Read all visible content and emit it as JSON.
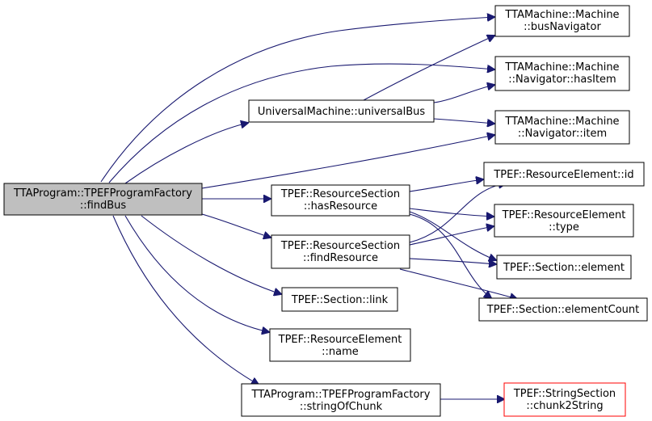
{
  "graph": {
    "colors": {
      "edge": "#191970",
      "root_fill": "#bfbfbf",
      "missing_border": "#ff0000"
    },
    "nodes": {
      "root": [
        "TTAProgram::TPEFProgramFactory",
        "::findBus"
      ],
      "bus_navigator": [
        "TTAMachine::Machine",
        "::busNavigator"
      ],
      "navigator_has_item": [
        "TTAMachine::Machine",
        "::Navigator::hasItem"
      ],
      "navigator_item": [
        "TTAMachine::Machine",
        "::Navigator::item"
      ],
      "universal_bus": [
        "UniversalMachine::universalBus"
      ],
      "resource_element_id": [
        "TPEF::ResourceElement::id"
      ],
      "has_resource": [
        "TPEF::ResourceSection",
        "::hasResource"
      ],
      "resource_element_type": [
        "TPEF::ResourceElement",
        "::type"
      ],
      "find_resource": [
        "TPEF::ResourceSection",
        "::findResource"
      ],
      "section_element": [
        "TPEF::Section::element"
      ],
      "section_element_count": [
        "TPEF::Section::elementCount"
      ],
      "section_link": [
        "TPEF::Section::link"
      ],
      "resource_element_name": [
        "TPEF::ResourceElement",
        "::name"
      ],
      "string_of_chunk": [
        "TTAProgram::TPEFProgramFactory",
        "::stringOfChunk"
      ],
      "chunk2string": [
        "TPEF::StringSection",
        "::chunk2String"
      ]
    }
  }
}
